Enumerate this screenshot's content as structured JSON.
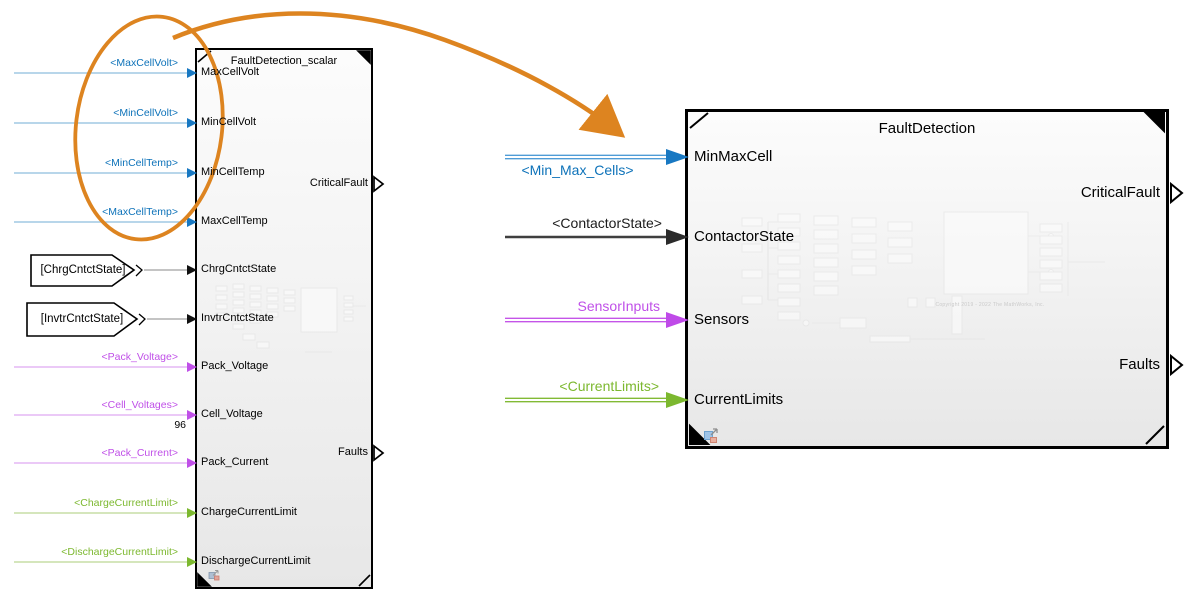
{
  "palette": {
    "signal_blue_label": "#0d72b9",
    "signal_blue_line": "#8ebede",
    "signal_blue_strong": "#1878c2",
    "signal_magenta_label": "#c050e8",
    "signal_magenta_line": "#dfa9f2",
    "signal_green_label": "#7cb82f",
    "signal_green_line": "#bcd893",
    "signal_black_line": "#3f3f3f",
    "annotation_orange": "#dd8420",
    "block_border": "#000000"
  },
  "left_block": {
    "title": "FaultDetection_scalar",
    "input_ports": [
      "MaxCellVolt",
      "MinCellVolt",
      "MinCellTemp",
      "MaxCellTemp",
      "ChrgCntctState",
      "InvtrCntctState",
      "Pack_Voltage",
      "Cell_Voltage",
      "Pack_Current",
      "ChargeCurrentLimit",
      "DischargeCurrentLimit"
    ],
    "output_ports": [
      "CriticalFault",
      "Faults"
    ]
  },
  "right_block": {
    "title": "FaultDetection",
    "input_ports": [
      "MinMaxCell",
      "ContactorState",
      "Sensors",
      "CurrentLimits"
    ],
    "output_ports": [
      "CriticalFault",
      "Faults"
    ],
    "watermark": "Copyright 2019 - 2022 The MathWorks, Inc."
  },
  "left_signals": [
    {
      "label": "<MaxCellVolt>",
      "color": "blue"
    },
    {
      "label": "<MinCellVolt>",
      "color": "blue"
    },
    {
      "label": "<MinCellTemp>",
      "color": "blue"
    },
    {
      "label": "<MaxCellTemp>",
      "color": "blue"
    },
    {
      "label": "<Pack_Voltage>",
      "color": "magenta"
    },
    {
      "label": "<Cell_Voltages>",
      "color": "magenta"
    },
    {
      "label": "<Pack_Current>",
      "color": "magenta"
    },
    {
      "label": "<ChargeCurrentLimit>",
      "color": "green"
    },
    {
      "label": "<DischargeCurrentLimit>",
      "color": "green"
    }
  ],
  "goto_from_tags": [
    {
      "label": "[ChrgCntctState]"
    },
    {
      "label": "[InvtrCntctState]"
    }
  ],
  "right_signals": [
    {
      "label": "<Min_Max_Cells>",
      "color": "blue"
    },
    {
      "label": "<ContactorState>",
      "color": "black"
    },
    {
      "label": "SensorInputs",
      "color": "magenta"
    },
    {
      "label": "<CurrentLimits>",
      "color": "green"
    }
  ],
  "annotations": {
    "cell_voltage_width": "96"
  }
}
